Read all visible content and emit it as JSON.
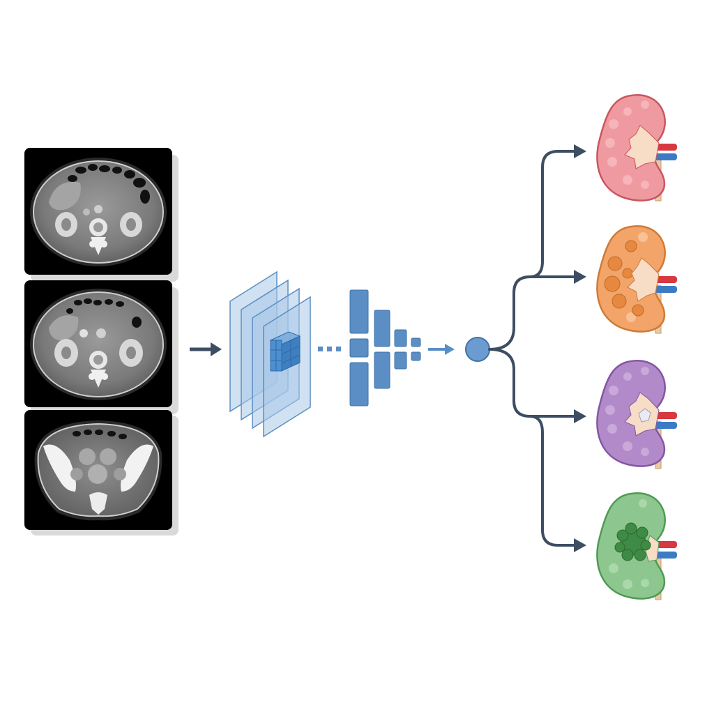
{
  "colors": {
    "background": "#ffffff",
    "arrow": "#3d4e63",
    "network_blue": "#5b8ec4",
    "network_blue_light": "#a9c8e8",
    "node": "#6b9bd1",
    "kidney_red": "#ef9aa0",
    "kidney_orange": "#f2a469",
    "kidney_purple": "#b38ac9",
    "kidney_green": "#8dc78f",
    "artery": "#d8383f",
    "vein": "#3b7bc4",
    "ureter": "#e8c9a8"
  },
  "ct_scans": [
    {
      "name": "ct-slice-upper-abdomen",
      "level": "kidney"
    },
    {
      "name": "ct-slice-mid-abdomen",
      "level": "kidney"
    },
    {
      "name": "ct-slice-pelvis",
      "level": "pelvis"
    }
  ],
  "network": {
    "input_layers": 4,
    "output_classes": 4
  },
  "kidney_classes": [
    {
      "name": "kidney-normal-icon",
      "color": "#ef9aa0",
      "lesion": "none"
    },
    {
      "name": "kidney-cyst-icon",
      "color": "#f2a469",
      "lesion": "cysts"
    },
    {
      "name": "kidney-stone-icon",
      "color": "#b38ac9",
      "lesion": "stone"
    },
    {
      "name": "kidney-tumor-icon",
      "color": "#8dc78f",
      "lesion": "tumor"
    }
  ]
}
